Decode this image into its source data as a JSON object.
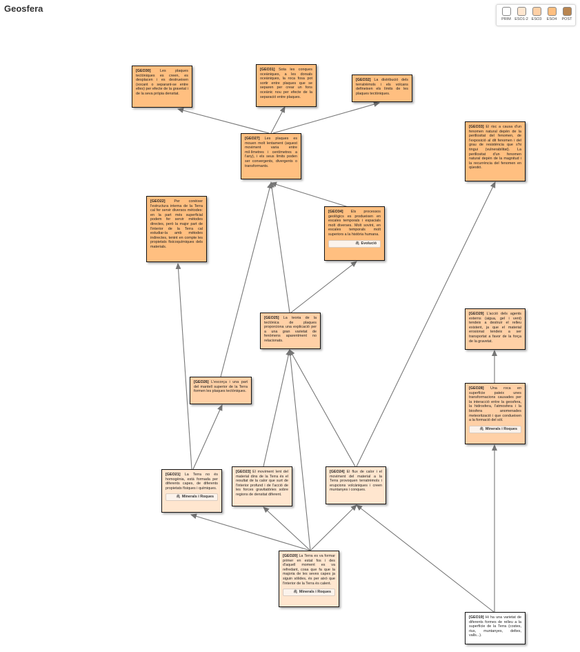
{
  "page": {
    "title": "Geosfera"
  },
  "legend": {
    "items": [
      {
        "label": "PRIM",
        "color": "#ffffff"
      },
      {
        "label": "ESO1-2",
        "color": "#ffe6cf"
      },
      {
        "label": "ESO3",
        "color": "#ffd0a6"
      },
      {
        "label": "ESO4",
        "color": "#ffbf80"
      },
      {
        "label": "POST",
        "color": "#b9854f"
      }
    ]
  },
  "nodes": {
    "geo30": {
      "code": "[GEO30]",
      "text": "Les plaques tectòniques es creen, es desplacen i es destrueixen (xocant o separant-se entre elles) per efecte de la gravetat i de la seva pròpia densitat."
    },
    "geo31": {
      "code": "[GEO31]",
      "text": "Sota les conques oceàniques, a les dorsals oceàniques, la roca fosa pot sortir entre plaques que se separen per crear un fons oceànic nou per efecte de la separació entre plaques."
    },
    "geo32": {
      "code": "[GEO32]",
      "text": "La distribució dels terratrèmols i els volcans defineixen els límits de les plaques tectòniques."
    },
    "geo27": {
      "code": "[GEO27]",
      "text": "Les plaques es mouen molt lentament (aquest moviment varia entre mil·límetres i centímetres a l'any), i els seus límits poden ser convergents, divergents o transformants."
    },
    "geo33": {
      "code": "[GEO33]",
      "text": "El risc a causa d'un fenomen natural depèn de la perillositat del fenomen, de l'exposició al dit fenomen i del grau de resistència que s'hi tingui (vulnerabilitat). La perillositat d'un fenomen natural depèn de la magnitud i la recurrència del fenomen en qüestió."
    },
    "geo22": {
      "code": "[GEO22]",
      "text": "Per conèixer l'estructura interna de la Terra cal fer servir diversos mètodes: en la part més superficial podem fer servir mètodes directes, però la major part de l'interior de la Terra cal estudiar-la amb mètodes indirectes, tenint en compte les propietats fisicoquímiques dels materials."
    },
    "geo34": {
      "code": "[GEO34]",
      "text": "Els processos geològics es produeixen en escales temporals i espacials molt diverses. Molt sovint, en escales temporals molt superiors a la història humana.",
      "tag": "Evolució"
    },
    "geo25": {
      "code": "[GEO25]",
      "text": "La teoria de la tectònica de plaques proporciona una explicació per a una gran varietat de fenòmens aparentment no relacionats."
    },
    "geo29": {
      "code": "[GEO29]",
      "text": "L'acció dels agents externs (aigua, gel i vent) tendeix a destruir el relleu existent, ja que el material erosionat tendeix a ser transportat a favor de la força de la gravetat."
    },
    "geo26": {
      "code": "[GEO26]",
      "text": "L'escorça i una part del mantell superior de la Terra formen les plaques tectòniques."
    },
    "geo28": {
      "code": "[GEO28]",
      "text": "Una roca en superfície pateix unes transformacions causades per la interacció entre la geosfera, la hidrosfera, l'atmosfera i la biosfera anomenades meteorització i que condueixen a la formació del sòl.",
      "tag": "Minerals i Roques"
    },
    "geo21": {
      "code": "[GEO21]",
      "text": "La Terra no és homogènia, està formada per diferents capes, de diferents propietats físiques i químiques.",
      "tag": "Minerals i Roques"
    },
    "geo23": {
      "code": "[GEO23]",
      "text": "El moviment lent del material dins de la Terra és el resultat de la calor que surt de l'interior profund i de l'acció de les forces gravitatòries sobre regions de densitat diferent."
    },
    "geo24": {
      "code": "[GEO24]",
      "text": "El flux de calor i el moviment del material a la Terra provoquen terratrèmols i erupcions volcàniques i creen muntanyes i conques."
    },
    "geo20": {
      "code": "[GEO20]",
      "text": "La Terra es va formar primer en estat fos i des d'aquell moment es va refredant, cosa que fa que la majoria de les seves capes ja siguin sòlides, és per això que l'interior de la Terra és calent.",
      "tag": "Minerals i Roques"
    },
    "geo19": {
      "code": "[GEO19]",
      "text": "Hi ha una varietat de diferents formes de relleu a la superfície de la Terra (costes, rius, muntanyes, deltes, valls...)."
    }
  },
  "icons": {
    "tag_icon": "paperclip-icon",
    "tag_glyph": "🖇"
  }
}
